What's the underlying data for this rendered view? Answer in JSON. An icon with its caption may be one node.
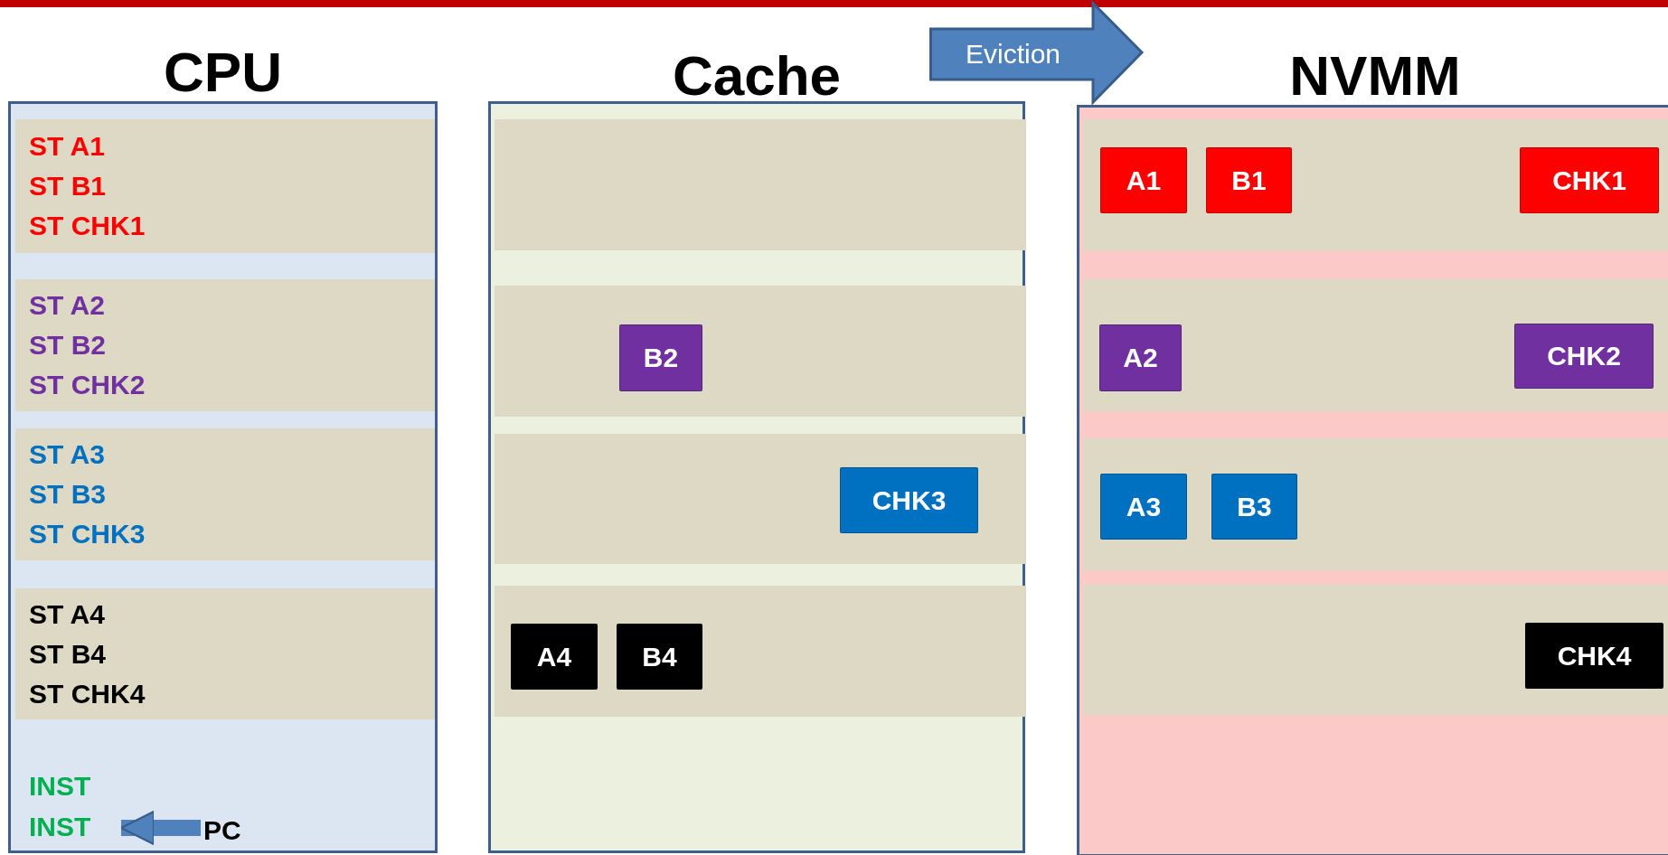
{
  "diagram": {
    "nodes": [
      {
        "text": [
          "CPU"
        ]
      },
      {
        "text": [
          "ST A1",
          "ST B1",
          "ST CHK1"
        ],
        "in": 0
      },
      {
        "text": [
          "ST A2",
          "ST B2",
          "ST CHK2"
        ],
        "in": 0
      },
      {
        "text": [
          "ST A3",
          "ST B3",
          "ST CHK3"
        ],
        "in": 0
      },
      {
        "text": [
          "ST A4",
          "ST B4",
          "ST CHK4"
        ],
        "in": 0
      },
      {
        "text": [
          "INST"
        ],
        "in": 0
      },
      {
        "text": [
          "INST"
        ],
        "in": 0
      },
      {
        "text": [
          "PC"
        ],
        "in": 0
      },
      {
        "text": [
          "Cache"
        ]
      },
      {
        "text": [],
        "shape": "bar",
        "in": 8
      },
      {
        "text": [],
        "shape": "bar",
        "in": 8
      },
      {
        "text": [],
        "shape": "bar",
        "in": 8
      },
      {
        "text": [],
        "shape": "bar",
        "in": 8
      },
      {
        "text": [
          "B2"
        ],
        "in": 10
      },
      {
        "text": [
          "CHK3"
        ],
        "in": 11
      },
      {
        "text": [
          "A4"
        ],
        "in": 12
      },
      {
        "text": [
          "B4"
        ],
        "in": 12
      },
      {
        "text": [
          "NVMM"
        ]
      },
      {
        "text": [],
        "shape": "bar",
        "in": 17
      },
      {
        "text": [],
        "shape": "bar",
        "in": 17
      },
      {
        "text": [],
        "shape": "bar",
        "in": 17
      },
      {
        "text": [],
        "shape": "bar",
        "in": 17
      },
      {
        "text": [
          "A1"
        ],
        "in": 18
      },
      {
        "text": [
          "B1"
        ],
        "in": 18
      },
      {
        "text": [
          "CHK1"
        ],
        "in": 18
      },
      {
        "text": [
          "A2"
        ],
        "in": 19
      },
      {
        "text": [
          "CHK2"
        ],
        "in": 19
      },
      {
        "text": [
          "A3"
        ],
        "in": 20
      },
      {
        "text": [
          "B3"
        ],
        "in": 20
      },
      {
        "text": [
          "CHK4"
        ],
        "in": 21
      },
      {
        "text": [
          "Eviction"
        ]
      }
    ],
    "edges": [
      {
        "from": 7,
        "to": 6,
        "arrow": "to"
      }
    ]
  }
}
